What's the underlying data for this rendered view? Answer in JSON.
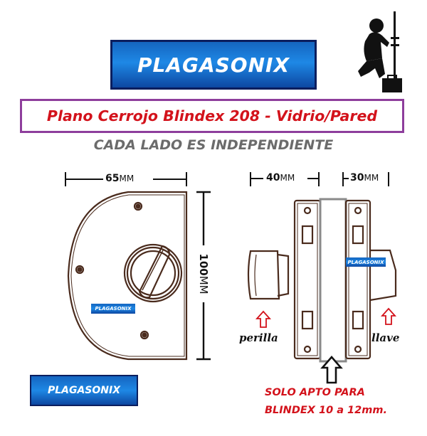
{
  "brand": "PLAGASONIX",
  "title": "Plano Cerrojo Blindex 208 - Vidrio/Pared",
  "subtitle": "CADA LADO ES INDEPENDIENTE",
  "dimensions": {
    "width_left": {
      "value": "65",
      "unit": "MM"
    },
    "height_left": {
      "value": "100",
      "unit": "MM"
    },
    "width_right_a": {
      "value": "40",
      "unit": "MM"
    },
    "width_right_b": {
      "value": "30",
      "unit": "MM"
    }
  },
  "labels": {
    "knob": "perilla",
    "key": "llave",
    "note_line1": "SOLO APTO PARA",
    "note_line2": "BLINDEX 10 a 12mm."
  },
  "icons": [
    "worker-icon",
    "up-arrow-icon"
  ],
  "colors": {
    "brand_blue": "#1565c0",
    "title_red": "#d3121b",
    "frame_purple": "#8e3e9c",
    "drawing_brown": "#4a2b1d"
  }
}
